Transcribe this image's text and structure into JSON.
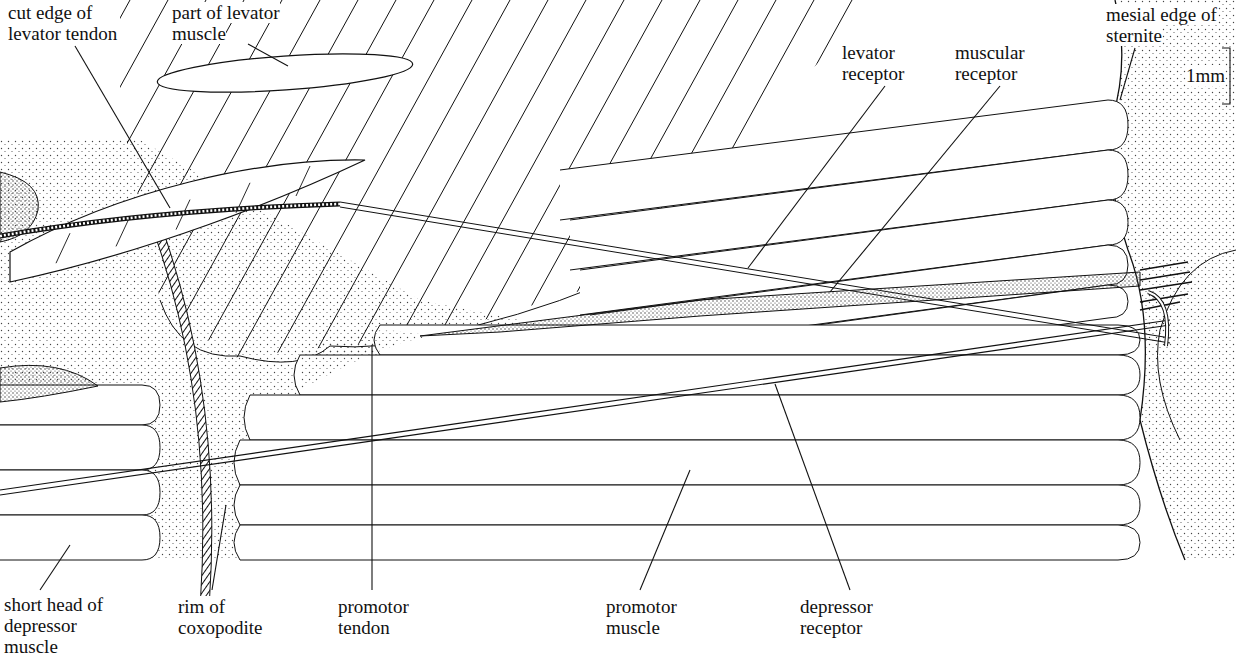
{
  "diagram": {
    "labels": [
      "cut edge of levator tendon",
      "part of levator muscle",
      "levator receptor",
      "muscular receptor",
      "mesial edge of sternite",
      "1mm",
      "short head of depressor muscle",
      "rim of coxopodite",
      "promotor tendon",
      "promotor muscle",
      "depressor receptor"
    ]
  }
}
